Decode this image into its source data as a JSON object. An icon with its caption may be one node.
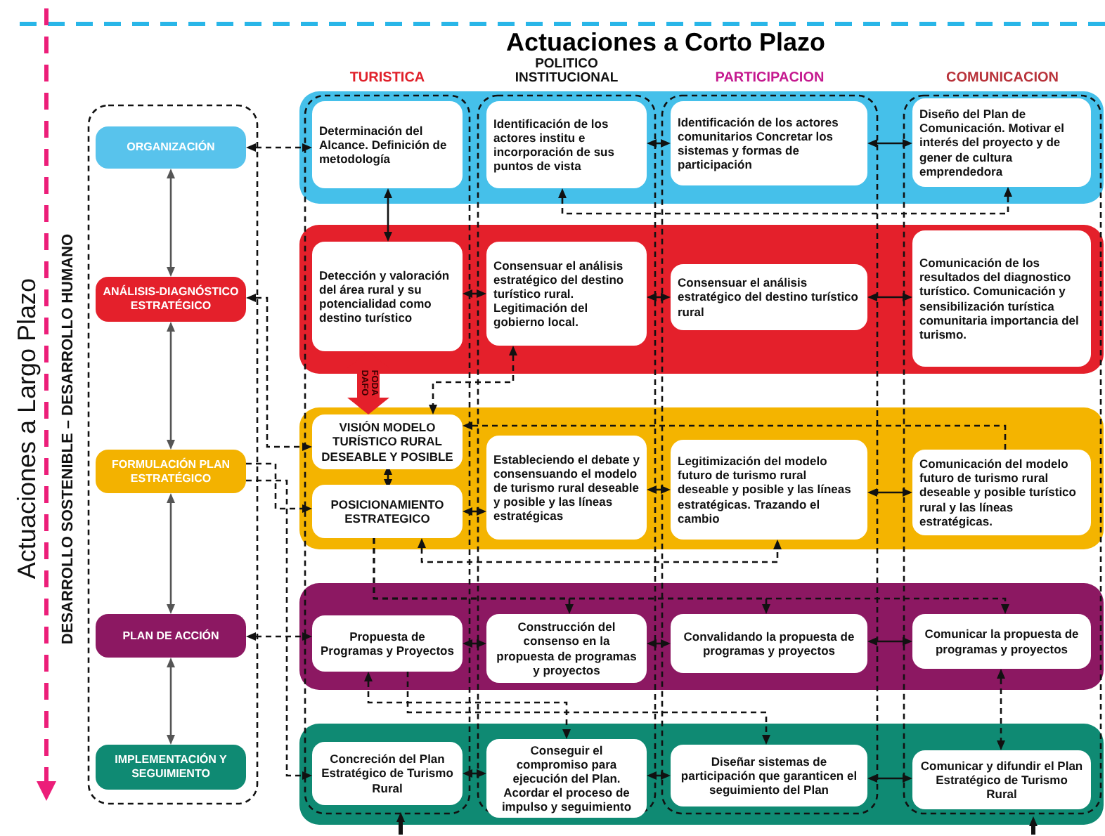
{
  "diagram": {
    "title": "Actuaciones a Corto Plazo",
    "nodes": [
      {
        "text": [
          "ORGANIZACIÓN"
        ]
      },
      {
        "text": [
          "ANÁLISIS-DIAGNÓSTICO ESTRATÉGICO"
        ]
      },
      {
        "text": [
          "FORMULACIÓN PLAN ESTRATÉGICO"
        ]
      },
      {
        "text": [
          "PLAN DE ACCIÓN"
        ]
      },
      {
        "text": [
          "IMPLEMENTACIÓN Y SEGUIMIENTO"
        ]
      },
      {
        "text": [],
        "shape": "band"
      },
      {
        "text": [
          "Determinación del Alcance. Definición de metodología"
        ],
        "in": 5
      },
      {
        "text": [
          "Identificación de los actores institu e incorporación de sus puntos de vista"
        ],
        "in": 5
      },
      {
        "text": [
          "Identificación de los actores comunitarios Concretar los sistemas y formas de participación"
        ],
        "in": 5
      },
      {
        "text": [
          "Diseño del Plan de Comunicación. Motivar el interés del proyecto y de gener de cultura emprendedora"
        ],
        "in": 5
      },
      {
        "text": [],
        "shape": "band"
      },
      {
        "text": [
          "Detección y valoración del área rural y su potencialidad como destino turístico"
        ],
        "in": 10
      },
      {
        "text": [
          "Consensuar el análisis estratégico del destino turístico rural. Legitimación del gobierno local."
        ],
        "in": 10
      },
      {
        "text": [
          "Consensuar el análisis estratégico del destino turístico rural"
        ],
        "in": 10
      },
      {
        "text": [
          "Comunicación de los resultados del diagnostico turístico. Comunicación y sensibilización turística comunitaria importancia del turismo."
        ],
        "in": 10
      },
      {
        "text": [],
        "shape": "band"
      },
      {
        "text": [
          "VISIÓN MODELO TURÍSTICO RURAL DESEABLE Y POSIBLE"
        ],
        "in": 15
      },
      {
        "text": [
          "POSICIONAMIENTO ESTRATEGICO"
        ],
        "in": 15
      },
      {
        "text": [
          "Estableciendo el debate y consensuando el modelo de turismo rural deseable y posible y las líneas estratégicas"
        ],
        "in": 15
      },
      {
        "text": [
          "Legitimización del modelo futuro de turismo rural deseable y posible y las líneas estratégicas. Trazando el cambio"
        ],
        "in": 15
      },
      {
        "text": [
          "Comunicación del modelo futuro de turismo rural deseable y posible turístico rural y las líneas estratégicas."
        ],
        "in": 15
      },
      {
        "text": [],
        "shape": "band"
      },
      {
        "text": [
          "Propuesta de Programas y Proyectos"
        ],
        "in": 21
      },
      {
        "text": [
          "Construcción del consenso en la propuesta de programas y proyectos"
        ],
        "in": 21
      },
      {
        "text": [
          "Convalidando la propuesta de programas y proyectos"
        ],
        "in": 21
      },
      {
        "text": [
          "Comunicar la propuesta de programas y proyectos"
        ],
        "in": 21
      },
      {
        "text": [],
        "shape": "band"
      },
      {
        "text": [
          "Concreción del Plan Estratégico de Turismo Rural"
        ],
        "in": 26
      },
      {
        "text": [
          "Conseguir el compromiso para ejecución del Plan. Acordar el proceso de impulso y seguimiento"
        ],
        "in": 26
      },
      {
        "text": [
          "Diseñar sistemas de participación que garanticen el seguimiento del Plan"
        ],
        "in": 26
      },
      {
        "text": [
          "Comunicar y difundir el Plan Estratégico de Turismo Rural"
        ],
        "in": 26
      }
    ],
    "edges": [
      {
        "from": 0,
        "to": 1,
        "arrow": "both",
        "color": "#555555"
      },
      {
        "from": 1,
        "to": 2,
        "arrow": "both",
        "color": "#555555"
      },
      {
        "from": 2,
        "to": 3,
        "arrow": "both",
        "color": "#555555"
      },
      {
        "from": 3,
        "to": 4,
        "arrow": "both",
        "color": "#555555"
      },
      {
        "from": 0,
        "to": 6,
        "arrow": "both",
        "style": "dashed"
      },
      {
        "from": 1,
        "to": 16,
        "arrow": "both",
        "style": "dashed"
      },
      {
        "from": 2,
        "to": 17,
        "arrow": "to",
        "style": "dashed"
      },
      {
        "from": 3,
        "to": 22,
        "arrow": "both",
        "style": "dashed"
      },
      {
        "from": 2,
        "to": 27,
        "arrow": "to",
        "style": "dashed"
      },
      {
        "from": 7,
        "to": 8,
        "arrow": "both"
      },
      {
        "from": 8,
        "to": 9,
        "arrow": "both"
      },
      {
        "from": 7,
        "to": 9,
        "arrow": "both",
        "style": "dashed"
      },
      {
        "from": 6,
        "to": 11,
        "arrow": "both"
      },
      {
        "from": 11,
        "to": 12,
        "arrow": "both"
      },
      {
        "from": 12,
        "to": 13,
        "arrow": "both"
      },
      {
        "from": 13,
        "to": 14,
        "arrow": "both"
      },
      {
        "from": 11,
        "to": 16,
        "arrow": "both",
        "label": "FODA DAFO",
        "style": "thick",
        "color": "#e4202b"
      },
      {
        "from": 12,
        "to": 16,
        "arrow": "both",
        "style": "dashed"
      },
      {
        "from": 16,
        "to": 17,
        "arrow": "both"
      },
      {
        "from": 17,
        "to": 18,
        "arrow": "both",
        "style": "dashed"
      },
      {
        "from": 18,
        "to": 19,
        "arrow": "both"
      },
      {
        "from": 19,
        "to": 20,
        "arrow": "both"
      },
      {
        "from": 20,
        "to": 16,
        "arrow": "to",
        "style": "dashed"
      },
      {
        "from": 17,
        "to": 19,
        "arrow": "both",
        "style": "dashed"
      },
      {
        "from": 17,
        "to": 23,
        "arrow": "to",
        "style": "dashed"
      },
      {
        "from": 17,
        "to": 24,
        "arrow": "to",
        "style": "dashed"
      },
      {
        "from": 17,
        "to": 25,
        "arrow": "to",
        "style": "dashed"
      },
      {
        "from": 22,
        "to": 23,
        "arrow": "both"
      },
      {
        "from": 23,
        "to": 24,
        "arrow": "both"
      },
      {
        "from": 24,
        "to": 25,
        "arrow": "both"
      },
      {
        "from": 22,
        "to": 28,
        "arrow": "both",
        "style": "dashed"
      },
      {
        "from": 22,
        "to": 29,
        "arrow": "to",
        "style": "dashed"
      },
      {
        "from": 25,
        "to": 30,
        "arrow": "both",
        "style": "dashed"
      },
      {
        "from": 27,
        "to": 28,
        "arrow": "both"
      },
      {
        "from": 28,
        "to": 29,
        "arrow": "both"
      },
      {
        "from": 29,
        "to": 30,
        "arrow": "both"
      },
      {
        "from": null,
        "to": 27,
        "arrow": "to",
        "style": "thick"
      },
      {
        "from": null,
        "to": 30,
        "arrow": "to",
        "style": "thick"
      }
    ],
    "labels": [
      "Actuaciones a Largo Plazo",
      "DESARROLLO SOSTENIBLE – DESARROLLO HUMANO",
      "TURISTICA",
      "POLITICO INSTITUCIONAL",
      "PARTICIPACION",
      "COMUNICACION"
    ]
  }
}
